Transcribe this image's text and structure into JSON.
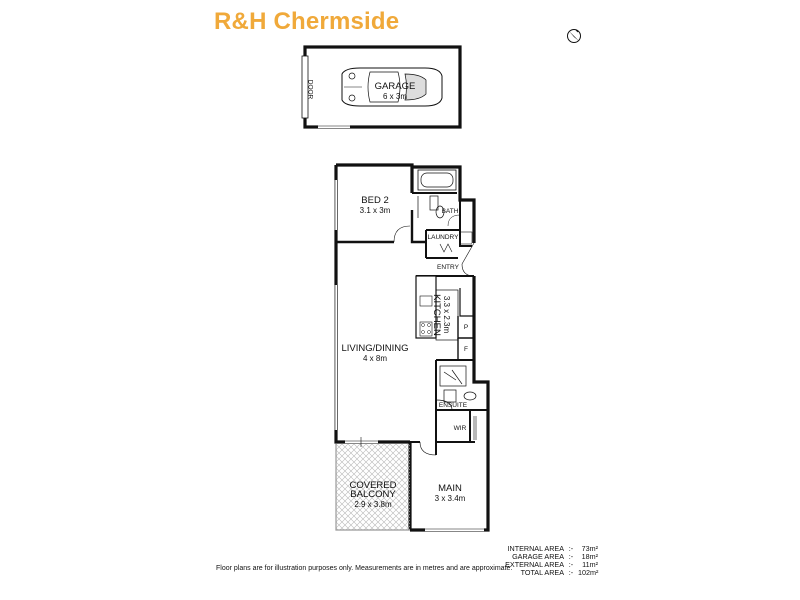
{
  "brand": {
    "title": "R&H Chermside",
    "color": "#f0a93a"
  },
  "icons": {
    "compass": "north-compass-icon"
  },
  "rooms": {
    "garage": {
      "name": "GARAGE",
      "dims": "6 x 3m",
      "door": "DOOR"
    },
    "bed2": {
      "name": "BED 2",
      "dims": "3.1 x 3m"
    },
    "bath": {
      "name": "BATH"
    },
    "laundry": {
      "name": "LAUNDRY"
    },
    "entry": {
      "name": "ENTRY"
    },
    "kitchen": {
      "name": "KITCHEN",
      "dims": "3.3 x 2.3m"
    },
    "pantry": {
      "name": "P"
    },
    "fridge": {
      "name": "F"
    },
    "living": {
      "name": "LIVING/DINING",
      "dims": "4 x 8m"
    },
    "ensuite": {
      "name": "ENSUITE"
    },
    "wir": {
      "name": "WIR"
    },
    "balcony": {
      "name1": "COVERED",
      "name2": "BALCONY",
      "dims": "2.9 x 3.8m"
    },
    "main": {
      "name": "MAIN",
      "dims": "3 x 3.4m"
    }
  },
  "disclaimer": "Floor plans are for illustration purposes only. Measurements are in metres and are approximate.",
  "areas": [
    {
      "label": "INTERNAL AREA",
      "sep": ":-",
      "value": "73m²"
    },
    {
      "label": "GARAGE AREA",
      "sep": ":-",
      "value": "18m²"
    },
    {
      "label": "EXTERNAL AREA",
      "sep": ":-",
      "value": "11m²"
    },
    {
      "label": "TOTAL AREA",
      "sep": ":-",
      "value": "102m²"
    }
  ]
}
